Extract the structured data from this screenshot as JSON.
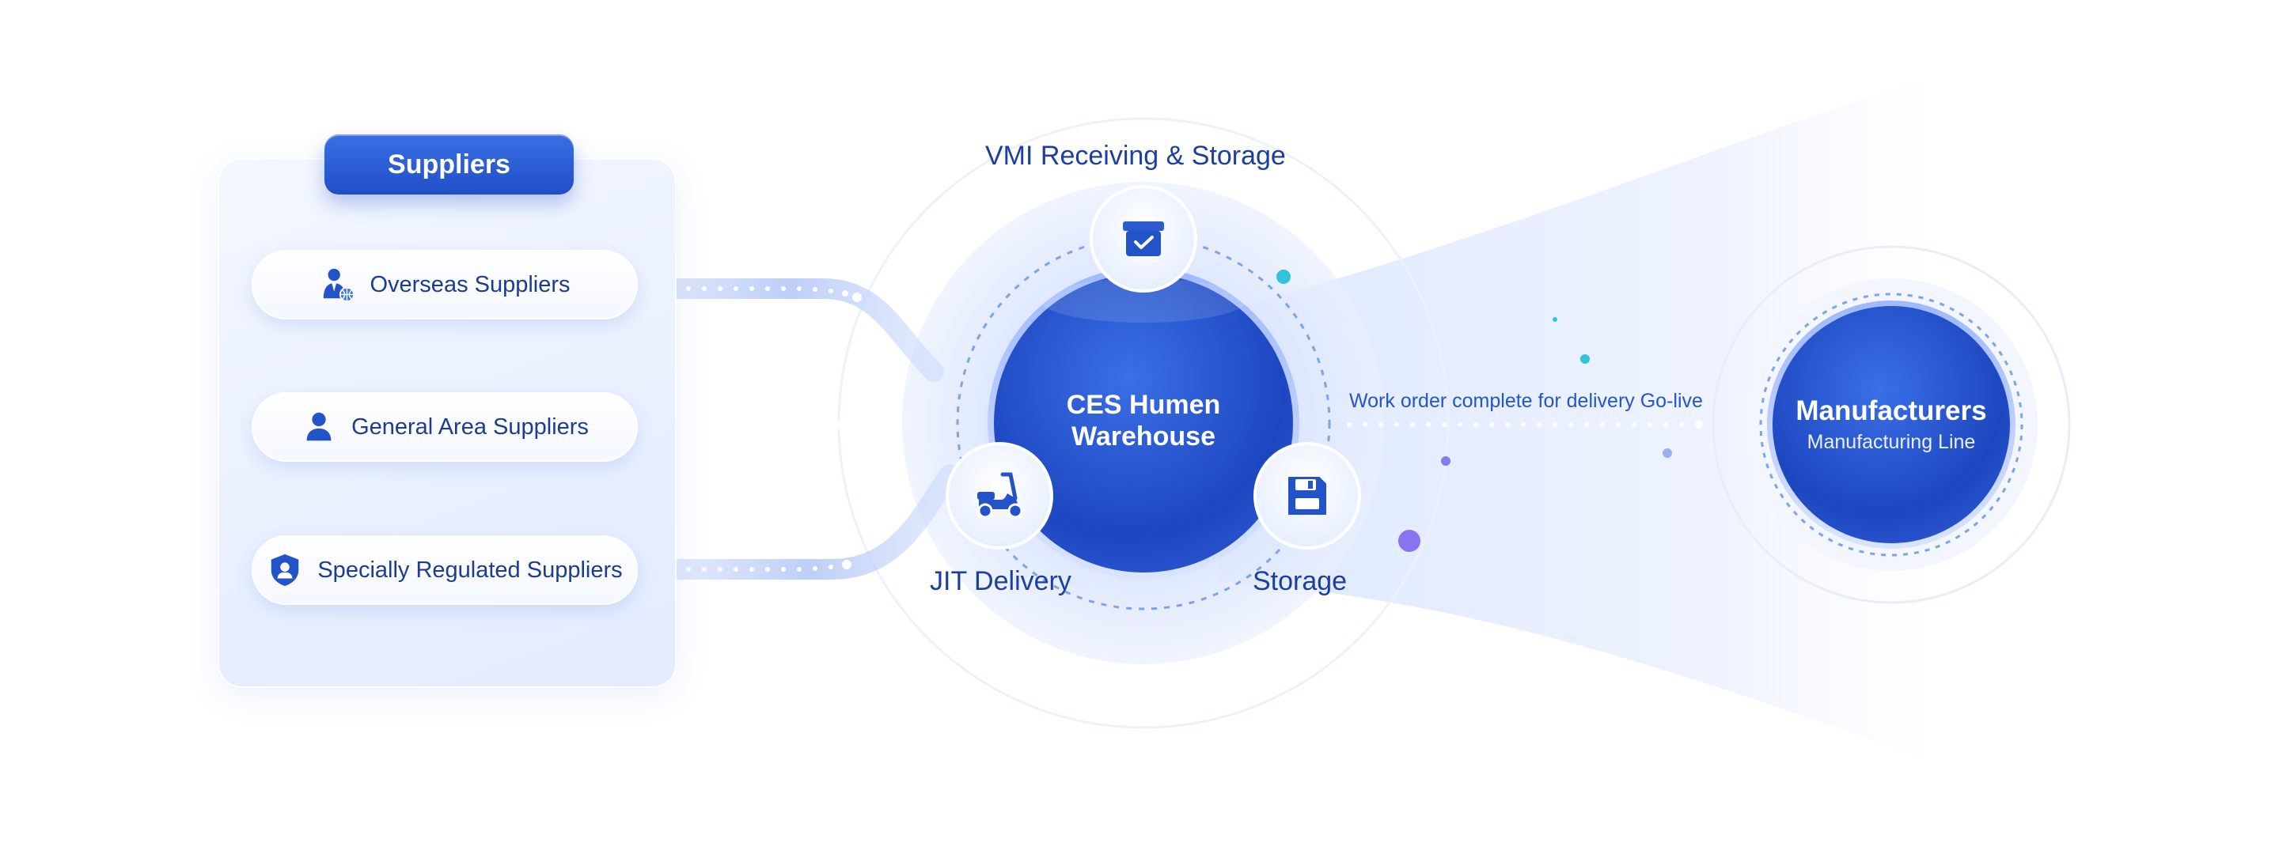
{
  "suppliers": {
    "title": "Suppliers",
    "items": [
      {
        "label": "Overseas Suppliers",
        "icon": "overseas-supplier-icon"
      },
      {
        "label": "General Area Suppliers",
        "icon": "person-icon"
      },
      {
        "label": "Specially Regulated Suppliers",
        "icon": "shield-user-icon"
      }
    ]
  },
  "warehouse": {
    "title_line1": "CES Humen",
    "title_line2": "Warehouse",
    "nodes": {
      "vmi": {
        "label": "VMI Receiving & Storage",
        "icon": "package-check-icon"
      },
      "jit": {
        "label": "JIT Delivery",
        "icon": "scooter-icon"
      },
      "storage": {
        "label": "Storage",
        "icon": "floppy-disk-icon"
      }
    }
  },
  "flow": {
    "label": "Work order complete for delivery Go-live"
  },
  "manufacturers": {
    "title": "Manufacturers",
    "subtitle": "Manufacturing Line"
  },
  "colors": {
    "primary": "#1f4fc6",
    "dark_text": "#1b3f9f",
    "accent_cyan": "#2fc4dc",
    "accent_purple": "#8a73f0"
  }
}
